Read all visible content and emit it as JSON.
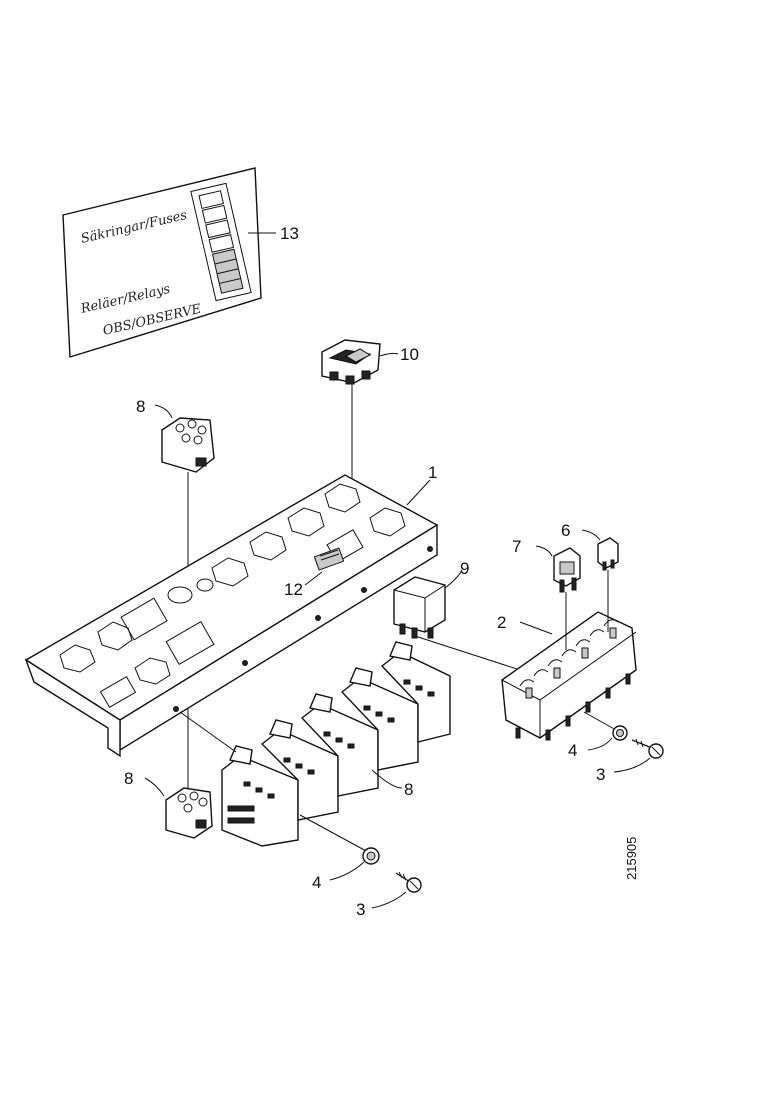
{
  "label_card": {
    "line1": "Säkringar/Fuses",
    "line2": "Reläer/Relays",
    "line3": "OBS/OBSERVE"
  },
  "callouts": {
    "c1": "1",
    "c2": "2",
    "c3a": "3",
    "c3b": "3",
    "c4a": "4",
    "c4b": "4",
    "c6": "6",
    "c7": "7",
    "c8a": "8",
    "c8b": "8",
    "c8c": "8",
    "c9": "9",
    "c10": "10",
    "c12": "12",
    "c13": "13"
  },
  "figure_ref": "215905"
}
